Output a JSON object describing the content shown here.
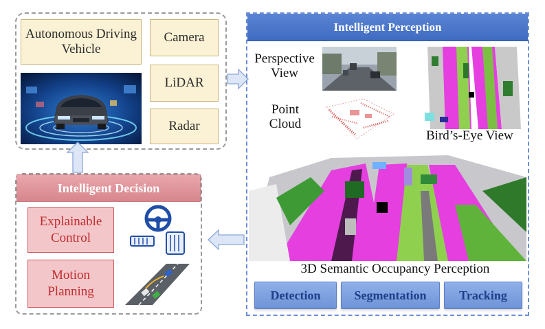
{
  "vehicle_box": {
    "title": "Autonomous Driving Vehicle",
    "sensors": [
      "Camera",
      "LiDAR",
      "Radar"
    ]
  },
  "perception": {
    "title": "Intelligent Perception",
    "perspective_label": "Perspective View",
    "point_cloud_label": "Point Cloud",
    "bev_label": "Bird’s-Eye View",
    "occupancy_label": "3D Semantic Occupancy Perception",
    "tasks": [
      "Detection",
      "Segmentation",
      "Tracking"
    ]
  },
  "decision": {
    "title": "Intelligent Decision",
    "items": [
      "Explainable Control",
      "Motion Planning"
    ]
  },
  "colors": {
    "perception_header": "#4a75c8",
    "decision_header": "#dc949b",
    "sensor_fill": "#fbf1d4",
    "decision_fill": "#f3c7c9",
    "decision_text": "#c02b2f",
    "task_fill": "#7fa2e0",
    "arrow_fill": "#dde6f6"
  }
}
